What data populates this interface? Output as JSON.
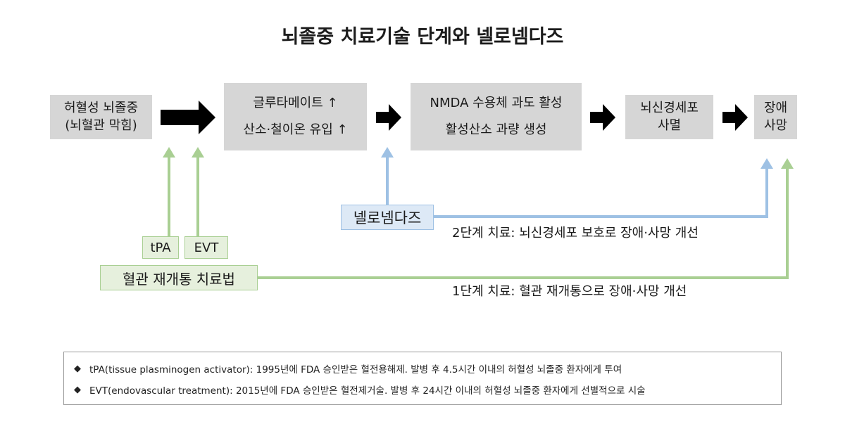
{
  "title": "뇌졸중 치료기술 단계와 넬로넴다즈",
  "steps": [
    {
      "lines": [
        "허혈성 뇌졸중",
        "(뇌혈관 막힘)"
      ]
    },
    {
      "lines": [
        "글루타메이트 ↑",
        "산소·철이온 유입 ↑"
      ]
    },
    {
      "lines": [
        "NMDA 수용체 과도 활성",
        "활성산소 과량 생성"
      ]
    },
    {
      "lines": [
        "뇌신경세포",
        "사멸"
      ]
    },
    {
      "lines": [
        "장애",
        "사망"
      ]
    }
  ],
  "nelonemdaz": {
    "label": "넬로넴다즈",
    "caption": "2단계 치료: 뇌신경세포 보호로 장애·사망 개선"
  },
  "recanalization": {
    "tag1": "tPA",
    "tag2": "EVT",
    "label": "혈관 재개통 치료법",
    "caption": "1단계 치료: 혈관 재개통으로 장애·사망 개선"
  },
  "notes": [
    "tPA(tissue plasminogen activator): 1995년에 FDA 승인받은 혈전용해제. 발병 후 4.5시간 이내의 허혈성 뇌졸중 환자에게 투여",
    "EVT(endovascular treatment): 2015년에 FDA 승인받은 혈전제거술. 발병 후 24시간 이내의 허혈성 뇌졸중 환자에게 선별적으로 시술"
  ],
  "colors": {
    "box": "#d6d6d6",
    "green": "#a9cf93",
    "blue": "#9ec1e4",
    "arrow": "#000000"
  }
}
